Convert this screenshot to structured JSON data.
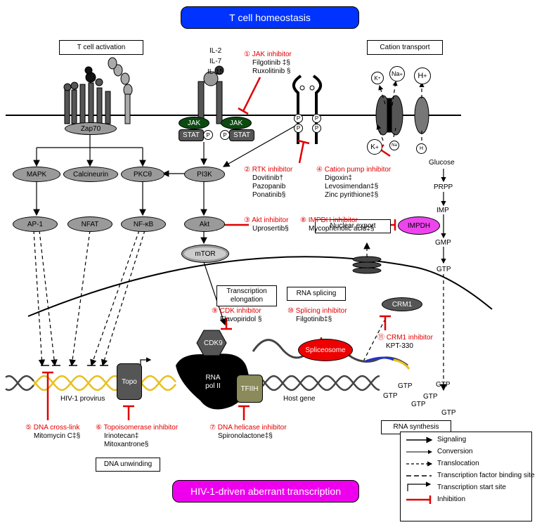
{
  "header": {
    "title": "T cell homeostasis",
    "color": "#0033ff"
  },
  "footer": {
    "title": "HIV-1-driven aberrant transcription",
    "color": "#ee00ee"
  },
  "boxes": {
    "t_cell_activation": "T cell activation",
    "cation_transport": "Cation transport",
    "nuclear_export": "Nuclear export",
    "transcription_elongation": "Transcription elongation",
    "rna_splicing": "RNA splicing",
    "dna_unwinding": "DNA unwinding",
    "rna_synthesis": "RNA synthesis"
  },
  "cytokines": [
    "IL-2",
    "IL-7",
    "IL-15"
  ],
  "nodes": {
    "zap70": "Zap70",
    "jak_left": "JAK",
    "jak_right": "JAK",
    "stat_left": "STAT",
    "stat_right": "STAT",
    "p": "P",
    "mapk": "MAPK",
    "calcineurin": "Calcineurin",
    "pkc": "PKCθ",
    "pi3k": "PI3K",
    "ap1": "AP-1",
    "nfat": "NFAT",
    "nfkb": "NF-κB",
    "akt": "Akt",
    "mtor": "mTOR",
    "impdh": "IMPDH",
    "crm1": "CRM1",
    "spliceosome": "Spliceosome",
    "cdk9": "CDK9",
    "rna_pol": "RNA pol II",
    "tfiih": "TFIIH",
    "topo": "Topo",
    "k": "K",
    "na": "Na",
    "h": "H",
    "plus": "+",
    "hiv_provirus": "HIV-1 provirus",
    "host_gene": "Host gene"
  },
  "metabolites": {
    "glucose": "Glucose",
    "prpp": "PRPP",
    "imp": "IMP",
    "gmp": "GMP",
    "gtp": "GTP"
  },
  "inhibitors": [
    {
      "num": "①",
      "name": "JAK inhibitor",
      "drugs": [
        "Filgotinib ‡§",
        "Ruxolitinib §"
      ]
    },
    {
      "num": "②",
      "name": "RTK inhibitor",
      "drugs": [
        "Dovitinib†",
        "Pazopanib",
        "Ponatinib§"
      ]
    },
    {
      "num": "③",
      "name": "Akt inhibitor",
      "drugs": [
        "Uprosertib§"
      ]
    },
    {
      "num": "④",
      "name": "Cation pump inhibitor",
      "drugs": [
        "Digoxin‡",
        "Levosimendan‡§",
        "Zinc pyrithione‡§"
      ]
    },
    {
      "num": "⑤",
      "name": "DNA cross-link",
      "drugs": [
        "Mitomycin C‡§"
      ]
    },
    {
      "num": "⑥",
      "name": "Topoisomerase inhibitor",
      "drugs": [
        "Irinotecan‡",
        "Mitoxantrone§"
      ]
    },
    {
      "num": "⑦",
      "name": "DNA helicase inhibitor",
      "drugs": [
        "Spironolactone‡§"
      ]
    },
    {
      "num": "⑧",
      "name": "IMPDH inhibitor",
      "drugs": [
        "Mycophenolic acid‡§"
      ]
    },
    {
      "num": "⑨",
      "name": "CDK inhibitor",
      "drugs": [
        "Flavopiridol §"
      ]
    },
    {
      "num": "⑩",
      "name": "Splicing inhibitor",
      "drugs": [
        "Filgotinib‡§"
      ]
    },
    {
      "num": "⑪",
      "name": "CRM1 inhibitor",
      "drugs": [
        "KPT-330"
      ]
    }
  ],
  "legend": [
    {
      "label": "Signaling",
      "style": "solid-arrow"
    },
    {
      "label": "Conversion",
      "style": "thin-arrow"
    },
    {
      "label": "Translocation",
      "style": "dashed-arrow"
    },
    {
      "label": "Transcription factor binding site",
      "style": "dashed-line"
    },
    {
      "label": "Transcription start site",
      "style": "bent-arrow"
    },
    {
      "label": "Inhibition",
      "style": "red-bar"
    }
  ],
  "colors": {
    "inhibition": "#e00000",
    "dna": "#e8c020",
    "node": "#9a9a9a",
    "impdh": "#ee44ee",
    "spliceosome": "#ee0000",
    "jak": "#0d4a12",
    "tfiih": "#8a8a5a"
  }
}
